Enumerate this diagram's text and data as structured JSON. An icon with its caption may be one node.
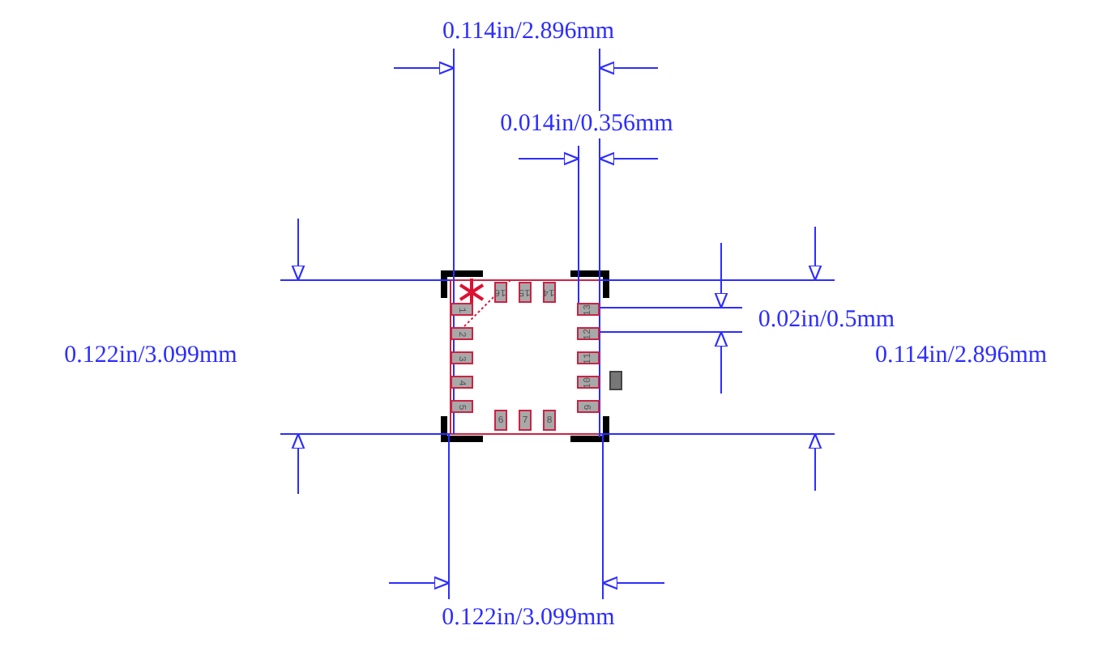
{
  "diagram": {
    "nodes": [
      {
        "text": [
          "1"
        ]
      },
      {
        "text": [
          "2"
        ]
      },
      {
        "text": [
          "3"
        ]
      },
      {
        "text": [
          "4"
        ]
      },
      {
        "text": [
          "5"
        ]
      },
      {
        "text": [
          "6"
        ]
      },
      {
        "text": [
          "7"
        ]
      },
      {
        "text": [
          "8"
        ]
      },
      {
        "text": [
          "9"
        ]
      },
      {
        "text": [
          "10"
        ]
      },
      {
        "text": [
          "11"
        ]
      },
      {
        "text": [
          "12"
        ]
      },
      {
        "text": [
          "13"
        ]
      },
      {
        "text": [
          "14"
        ]
      },
      {
        "text": [
          "15"
        ]
      },
      {
        "text": [
          "16"
        ]
      },
      {
        "text": [],
        "shape": "box"
      }
    ],
    "labels": [
      "0.114in/2.896mm",
      "0.014in/0.356mm",
      "0.122in/3.099mm",
      "0.02in/0.5mm",
      "0.114in/2.896mm",
      "0.122in/3.099mm"
    ]
  }
}
